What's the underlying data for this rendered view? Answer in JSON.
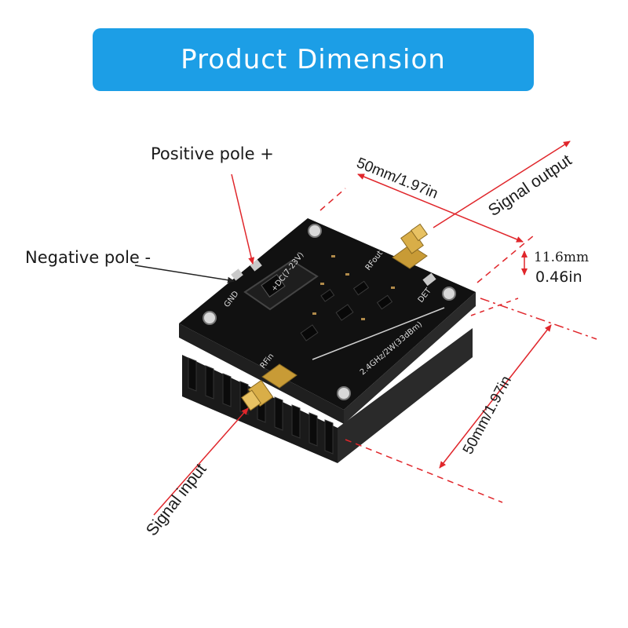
{
  "header": {
    "title": "Product Dimension"
  },
  "labels": {
    "positive_pole": "Positive pole +",
    "negative_pole": "Negative pole -",
    "signal_output": "Signal output",
    "signal_input": "Signal input",
    "width_dim": "50mm/1.97in",
    "depth_dim": "50mm/1.97in",
    "height_mm": "11.6mm",
    "height_in": "0.46in"
  },
  "board": {
    "dc_label": "+DC(7-23V)",
    "gnd_label": "GND",
    "rfout_label": "RFout",
    "rfin_label": "RFin",
    "det_label": "DET",
    "spec_label": "2.4GHz/2W(33dBm)"
  },
  "colors": {
    "banner": "#1c9ee6",
    "arrow": "#e0262b",
    "board": "#121212",
    "heatsink": "#1c1c1c",
    "connector": "#d4a637"
  }
}
